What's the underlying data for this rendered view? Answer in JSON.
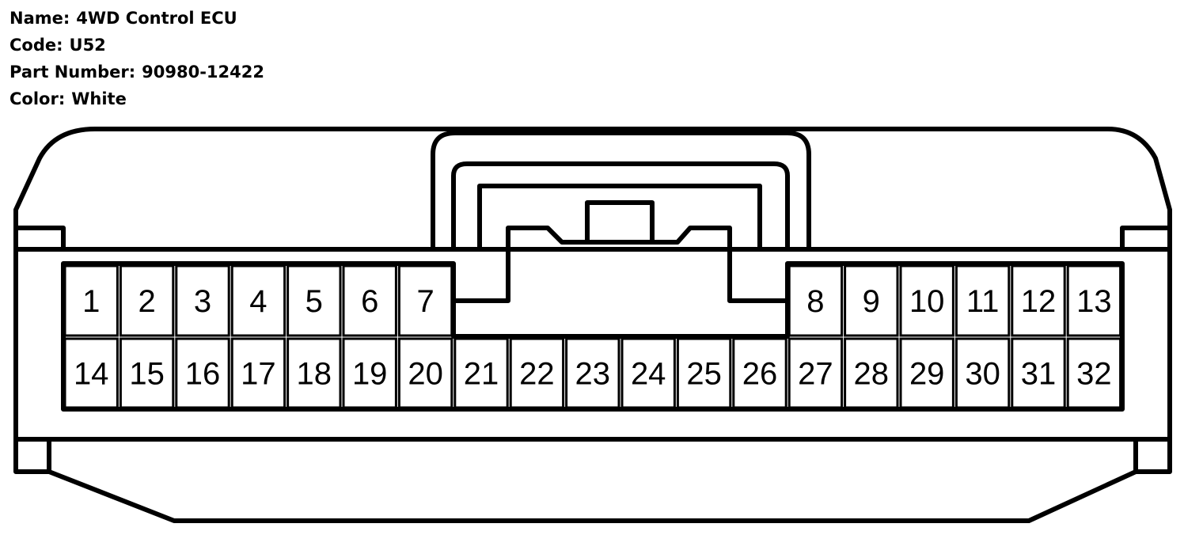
{
  "info": {
    "name_label": "Name:",
    "name_value": "4WD Control ECU",
    "code_label": "Code:",
    "code_value": "U52",
    "part_label": "Part Number:",
    "part_value": "90980-12422",
    "color_label": "Color:",
    "color_value": "White"
  },
  "connector": {
    "stroke_color": "#000000",
    "fill_color": "#ffffff",
    "top_row_pins": [
      "1",
      "2",
      "3",
      "4",
      "5",
      "6",
      "7",
      "8",
      "9",
      "10",
      "11",
      "12",
      "13"
    ],
    "bottom_row_pins": [
      "14",
      "15",
      "16",
      "17",
      "18",
      "19",
      "20",
      "21",
      "22",
      "23",
      "24",
      "25",
      "26",
      "27",
      "28",
      "29",
      "30",
      "31",
      "32"
    ]
  }
}
